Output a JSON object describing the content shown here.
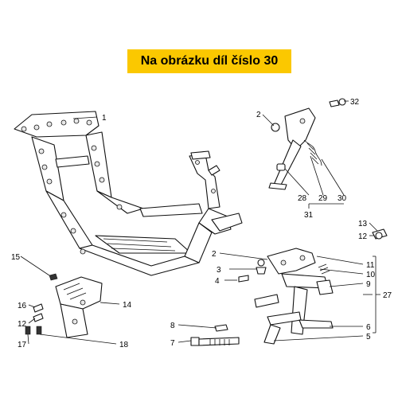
{
  "banner": {
    "text": "Na obrázku díl číslo 30",
    "color": "#fbc800"
  },
  "callouts": {
    "c1": "1",
    "c2a": "2",
    "c32": "32",
    "c28": "28",
    "c29": "29",
    "c30": "30",
    "c31": "31",
    "c13": "13",
    "c12a": "12",
    "c15": "15",
    "c2b": "2",
    "c11": "11",
    "c3": "3",
    "c10": "10",
    "c4": "4",
    "c9": "9",
    "c27": "27",
    "c16": "16",
    "c14": "14",
    "c12b": "12",
    "c17": "17",
    "c18": "18",
    "c8": "8",
    "c7": "7",
    "c6": "6",
    "c5": "5"
  }
}
